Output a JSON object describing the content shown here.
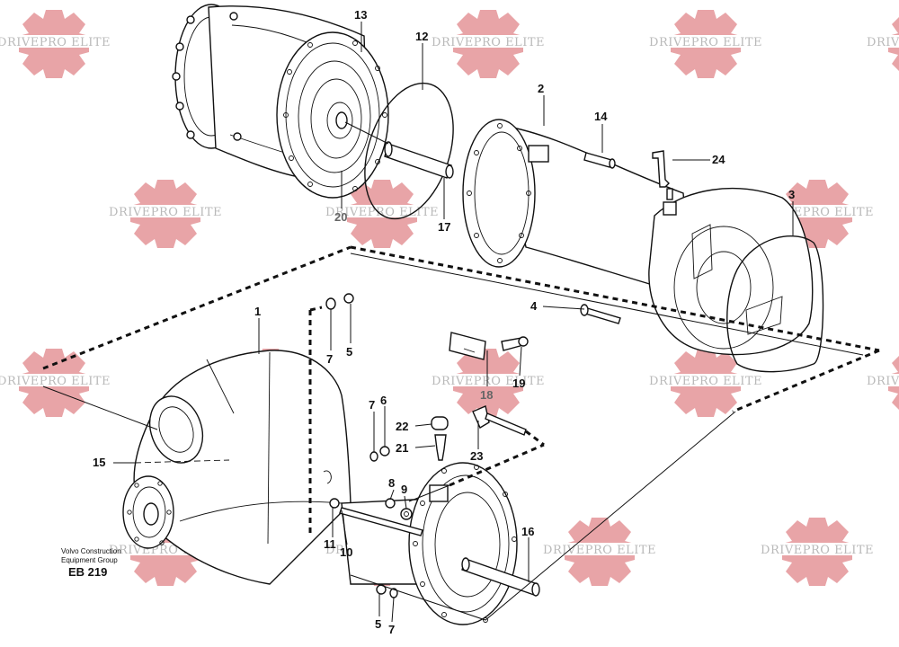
{
  "watermark": {
    "text": "DRIVEPRO ELITE",
    "gear_color": "#e0868a"
  },
  "caption": {
    "line1": "Volvo Construction",
    "line2": "Equipment Group",
    "code": "EB 219"
  },
  "callouts": [
    {
      "id": "c13",
      "label": "13",
      "tone": "dark"
    },
    {
      "id": "c12",
      "label": "12",
      "tone": "dark"
    },
    {
      "id": "c2",
      "label": "2",
      "tone": "dark"
    },
    {
      "id": "c14",
      "label": "14",
      "tone": "dark"
    },
    {
      "id": "c24",
      "label": "24",
      "tone": "dark"
    },
    {
      "id": "c3",
      "label": "3",
      "tone": "dark"
    },
    {
      "id": "c20",
      "label": "20",
      "tone": "grey"
    },
    {
      "id": "c17",
      "label": "17",
      "tone": "dark"
    },
    {
      "id": "c4",
      "label": "4",
      "tone": "dark"
    },
    {
      "id": "c1",
      "label": "1",
      "tone": "dark"
    },
    {
      "id": "c7a",
      "label": "7",
      "tone": "dark"
    },
    {
      "id": "c5a",
      "label": "5",
      "tone": "dark"
    },
    {
      "id": "c18",
      "label": "18",
      "tone": "grey"
    },
    {
      "id": "c19",
      "label": "19",
      "tone": "dark"
    },
    {
      "id": "c7b",
      "label": "7",
      "tone": "dark"
    },
    {
      "id": "c6",
      "label": "6",
      "tone": "dark"
    },
    {
      "id": "c22",
      "label": "22",
      "tone": "dark"
    },
    {
      "id": "c21",
      "label": "21",
      "tone": "dark"
    },
    {
      "id": "c23",
      "label": "23",
      "tone": "dark"
    },
    {
      "id": "c15",
      "label": "15",
      "tone": "dark"
    },
    {
      "id": "c8",
      "label": "8",
      "tone": "dark"
    },
    {
      "id": "c9",
      "label": "9",
      "tone": "dark"
    },
    {
      "id": "c11",
      "label": "11",
      "tone": "dark"
    },
    {
      "id": "c10",
      "label": "10",
      "tone": "dark"
    },
    {
      "id": "c16",
      "label": "16",
      "tone": "dark"
    },
    {
      "id": "c5b",
      "label": "5",
      "tone": "dark"
    },
    {
      "id": "c7c",
      "label": "7",
      "tone": "dark"
    }
  ]
}
